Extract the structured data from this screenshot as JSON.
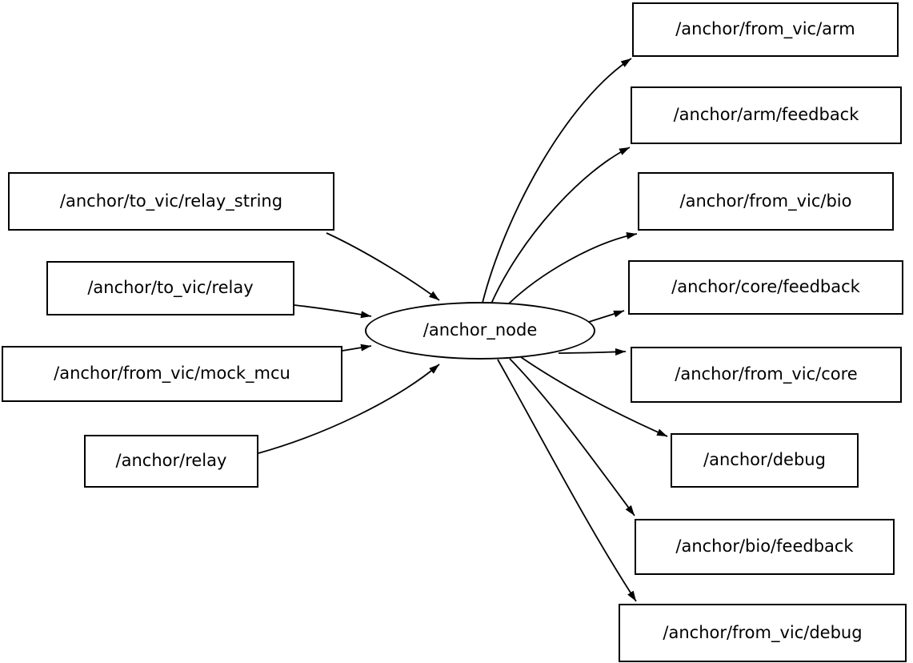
{
  "diagram": {
    "center_node": {
      "label": "/anchor_node"
    },
    "inputs": [
      {
        "label": "/anchor/to_vic/relay_string"
      },
      {
        "label": "/anchor/to_vic/relay"
      },
      {
        "label": "/anchor/from_vic/mock_mcu"
      },
      {
        "label": "/anchor/relay"
      }
    ],
    "outputs": [
      {
        "label": "/anchor/from_vic/arm"
      },
      {
        "label": "/anchor/arm/feedback"
      },
      {
        "label": "/anchor/from_vic/bio"
      },
      {
        "label": "/anchor/core/feedback"
      },
      {
        "label": "/anchor/from_vic/core"
      },
      {
        "label": "/anchor/debug"
      },
      {
        "label": "/anchor/bio/feedback"
      },
      {
        "label": "/anchor/from_vic/debug"
      }
    ],
    "edges": [
      {
        "from": "/anchor/to_vic/relay_string",
        "to": "/anchor_node"
      },
      {
        "from": "/anchor/to_vic/relay",
        "to": "/anchor_node"
      },
      {
        "from": "/anchor/from_vic/mock_mcu",
        "to": "/anchor_node"
      },
      {
        "from": "/anchor/relay",
        "to": "/anchor_node"
      },
      {
        "from": "/anchor_node",
        "to": "/anchor/from_vic/arm"
      },
      {
        "from": "/anchor_node",
        "to": "/anchor/arm/feedback"
      },
      {
        "from": "/anchor_node",
        "to": "/anchor/from_vic/bio"
      },
      {
        "from": "/anchor_node",
        "to": "/anchor/core/feedback"
      },
      {
        "from": "/anchor_node",
        "to": "/anchor/from_vic/core"
      },
      {
        "from": "/anchor_node",
        "to": "/anchor/debug"
      },
      {
        "from": "/anchor_node",
        "to": "/anchor/bio/feedback"
      },
      {
        "from": "/anchor_node",
        "to": "/anchor/from_vic/debug"
      }
    ],
    "colors": {
      "stroke": "#000000",
      "background": "#ffffff"
    }
  }
}
